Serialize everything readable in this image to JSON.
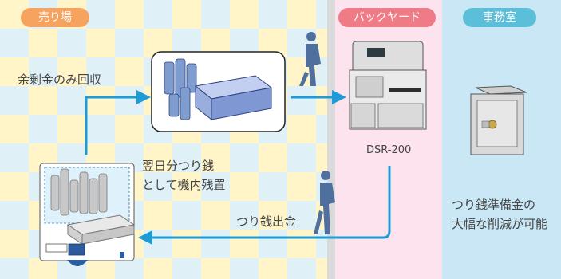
{
  "zones": {
    "sales_floor": "売り場",
    "back_yard": "バックヤード",
    "office": "事務室"
  },
  "labels": {
    "surplus": "余剰金のみ回収",
    "next_day_line1": "翌日分つり銭",
    "next_day_line2": "として機内残置",
    "change_out": "つり銭出金",
    "machine_model": "DSR-200",
    "reduction_line1": "つり銭準備金の",
    "reduction_line2": "大幅な削減が可能"
  },
  "colors": {
    "sales_pill": "#f5a35e",
    "back_pill": "#ee7b86",
    "office_pill": "#5bbfd9",
    "arrow": "#1e9bd7"
  }
}
